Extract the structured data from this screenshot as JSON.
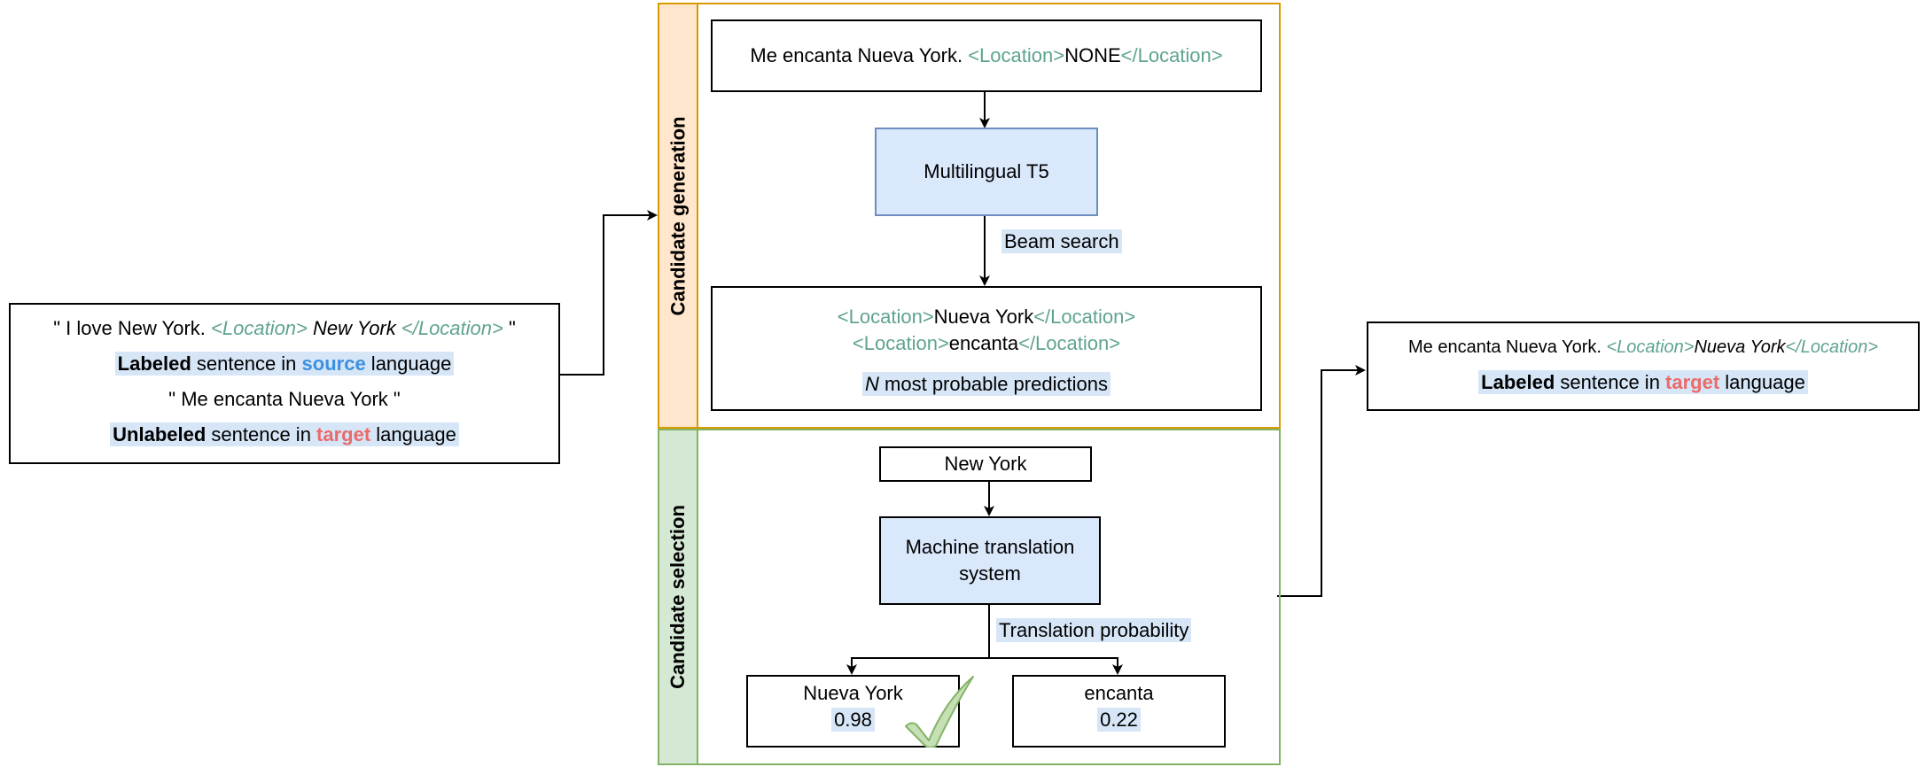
{
  "input_box": {
    "line1_a": "\" I love New York. ",
    "line1_tag_open": "<Location>",
    "line1_entity": " New York ",
    "line1_tag_close": "</Location>",
    "line1_end": " \"",
    "line2_bold": "Labeled",
    "line2_mid": " sentence in ",
    "line2_source": "source",
    "line2_end": " language",
    "line3": "\" Me encanta Nueva York \"",
    "line4_bold": "Unlabeled",
    "line4_mid": " sentence in ",
    "line4_target": "target",
    "line4_end": " language"
  },
  "generation": {
    "lane_label": "Candidate generation",
    "input_text": "Me encanta Nueva York. ",
    "input_tag_open": "<Location>",
    "input_none": "NONE",
    "input_tag_close": "</Location>",
    "model_label": "Multilingual T5",
    "edge_label": "Beam search",
    "pred1_open": "<Location>",
    "pred1_text": "Nueva York",
    "pred1_close": "</Location>",
    "pred2_open": "<Location>",
    "pred2_text": "encanta",
    "pred2_close": "</Location>",
    "preds_caption_italic": "N",
    "preds_caption_rest": " most probable predictions"
  },
  "selection": {
    "lane_label": "Candidate selection",
    "source_entity": "New York",
    "mt_label_1": "Machine translation",
    "mt_label_2": "system",
    "edge_label": "Translation probability",
    "cand1_text": "Nueva York",
    "cand1_score": "0.98",
    "cand2_text": "encanta",
    "cand2_score": "0.22"
  },
  "output_box": {
    "line1_text": "Me encanta Nueva York. ",
    "line1_tag_open": "<Location>",
    "line1_entity": "Nueva York",
    "line1_tag_close": "</Location>",
    "line2_bold": "Labeled",
    "line2_mid": " sentence in ",
    "line2_target": "target",
    "line2_end": " language"
  },
  "colors": {
    "generation_lane_border": "#d79b00",
    "generation_lane_fill": "#ffe6cc",
    "selection_lane_border": "#82b366",
    "selection_lane_fill": "#d5e8d4",
    "model_box_fill": "#dae8fc",
    "model_box_border": "#6c8ebf",
    "highlight": "#d6e6f7",
    "tag_green": "#5fa391",
    "source_blue": "#3d8fe0",
    "target_red": "#ea6b6b",
    "checkmark_fill": "#c5e0b4",
    "checkmark_stroke": "#82b366"
  },
  "icons": {
    "checkmark": "checkmark-icon"
  }
}
